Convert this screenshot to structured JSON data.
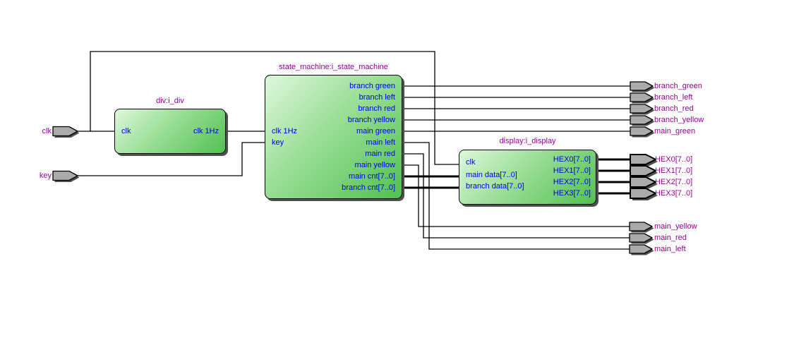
{
  "colors": {
    "background": "#ffffff",
    "block_fill_light": "#def7dc",
    "block_fill_dark": "#52c152",
    "block_border": "#000000",
    "block_shadow": "#4f4f4f",
    "wire": "#000000",
    "port_text": "#0000e8",
    "label_text": "#990099",
    "pin_fill": "#ababab"
  },
  "blocks": {
    "div": {
      "title": "div:i_div",
      "left_ports": [
        "clk"
      ],
      "right_ports": [
        "clk 1Hz"
      ]
    },
    "state_machine": {
      "title": "state_machine:i_state_machine",
      "left_ports": [
        "clk 1Hz",
        "key"
      ],
      "right_ports": [
        "branch green",
        "branch left",
        "branch red",
        "branch yellow",
        "main green",
        "main left",
        "main red",
        "main yellow",
        "main cnt[7..0]",
        "branch cnt[7..0]"
      ]
    },
    "display": {
      "title": "display:i_display",
      "left_ports": [
        "clk",
        "main data[7..0]",
        "branch data[7..0]"
      ],
      "right_ports": [
        "HEX0[7..0]",
        "HEX1[7..0]",
        "HEX2[7..0]",
        "HEX3[7..0]"
      ]
    }
  },
  "pins": {
    "inputs": [
      "clk",
      "key"
    ],
    "outputs_signals": [
      "branch_green",
      "branch_left",
      "branch_red",
      "branch_yellow",
      "main_green"
    ],
    "outputs_buses": [
      "HEX0[7..0]",
      "HEX1[7..0]",
      "HEX2[7..0]",
      "HEX3[7..0]"
    ],
    "outputs_lower": [
      "main_yellow",
      "main_red",
      "main_left"
    ]
  }
}
